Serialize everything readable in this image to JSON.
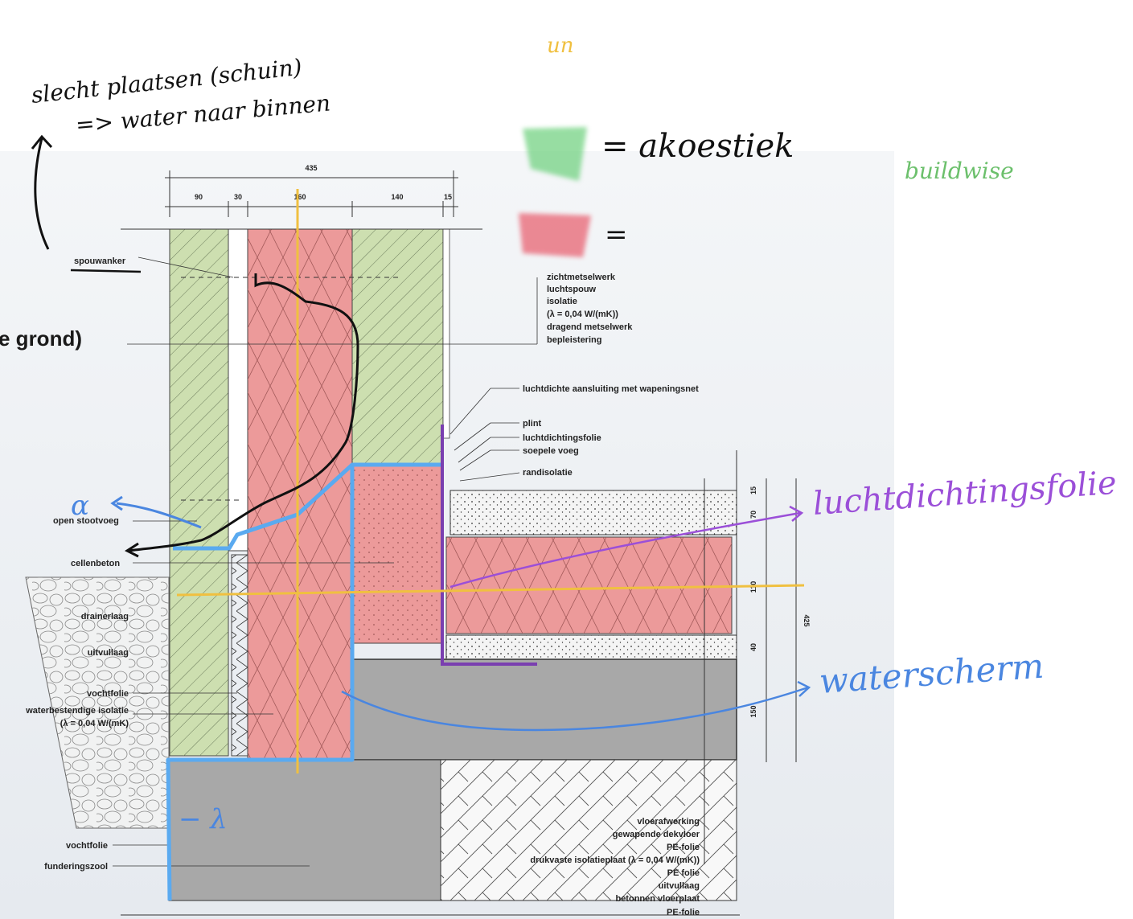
{
  "annotations": {
    "top_note_line1": "slecht plaatsen (schuin)",
    "top_note_line2": "=> water naar binnen",
    "yellow_mark": "un",
    "green_legend": "= akoestiek",
    "red_legend": "=",
    "buildwise": "buildwise",
    "air_label": "luchtdichtingsfolie",
    "water_label": "waterscherm",
    "alpha_mark": "α",
    "lambda_mark": "− λ"
  },
  "slide_fragment": "e grond)",
  "dimensions": {
    "total_width": "435",
    "segments": [
      "90",
      "30",
      "160",
      "140",
      "15"
    ],
    "vertical": [
      "15",
      "70",
      "110",
      "40",
      "150",
      "425"
    ]
  },
  "labels_left": {
    "spouwanker": "spouwanker",
    "open_stootvoeg": "open stootvoeg",
    "cellenbeton": "cellenbeton",
    "drainerlaag": "drainerlaag",
    "uitvullaag": "uitvullaag",
    "vochtfolie": "vochtfolie",
    "waterbestendige_isolatie": "waterbestendige isolatie",
    "lambda_left": "(λ = 0,04 W/(mK)",
    "vochtfolie2": "vochtfolie",
    "funderingszool": "funderingszool"
  },
  "labels_wall": [
    "zichtmetselwerk",
    "luchtspouw",
    "isolatie",
    "(λ = 0,04 W/(mK))",
    "dragend metselwerk",
    "bepleistering"
  ],
  "labels_right": {
    "aansluiting": "luchtdichte aansluiting met wapeningsnet",
    "plint": "plint",
    "luchtdichtingsfolie": "luchtdichtingsfolie",
    "soepele_voeg": "soepele voeg",
    "randisolatie": "randisolatie"
  },
  "labels_floor": [
    "vloerafwerking",
    "gewapende dekvloer",
    "PE-folie",
    "drukvaste isolatieplaat (λ = 0,04 W/(mK))",
    "PE folie",
    "uitvullaag",
    "betonnen vloerplaat",
    "PE-folie"
  ],
  "colors": {
    "green_fill": "#cddfb0",
    "red_fill": "#ec9a9a",
    "gray_fill": "#a8a8a8",
    "blue_line": "#5aaaf0",
    "purple_line": "#7a3fb0",
    "yellow_line": "#f0c040",
    "annot_purple": "#9b4fd8",
    "annot_blue": "#4a86e0",
    "annot_green": "#6cc06c"
  }
}
